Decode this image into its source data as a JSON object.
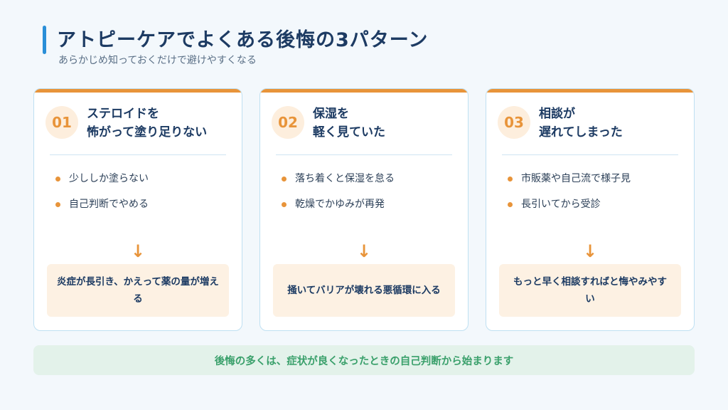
{
  "header": {
    "title": "アトピーケアでよくある後悔の3パターン",
    "subtitle": "あらかじめ知っておくだけで避けやすくなる"
  },
  "accent_colors": {
    "orange": "#e8943a",
    "blue": "#2a8fd8",
    "green": "#3aa06b"
  },
  "cards": [
    {
      "number": "01",
      "heading_line1": "ステロイドを",
      "heading_line2": "怖がって塗り足りない",
      "bullets": [
        "少ししか塗らない",
        "自己判断でやめる"
      ],
      "arrow": "↓",
      "result": "炎症が長引き、かえって薬の量が増える"
    },
    {
      "number": "02",
      "heading_line1": "保湿を",
      "heading_line2": "軽く見ていた",
      "bullets": [
        "落ち着くと保湿を怠る",
        "乾燥でかゆみが再発"
      ],
      "arrow": "↓",
      "result": "掻いてバリアが壊れる悪循環に入る"
    },
    {
      "number": "03",
      "heading_line1": "相談が",
      "heading_line2": "遅れてしまった",
      "bullets": [
        "市販薬や自己流で様子見",
        "長引いてから受診"
      ],
      "arrow": "↓",
      "result": "もっと早く相談すればと悔やみやすい"
    }
  ],
  "footer": {
    "text": "後悔の多くは、症状が良くなったときの自己判断から始まります"
  }
}
